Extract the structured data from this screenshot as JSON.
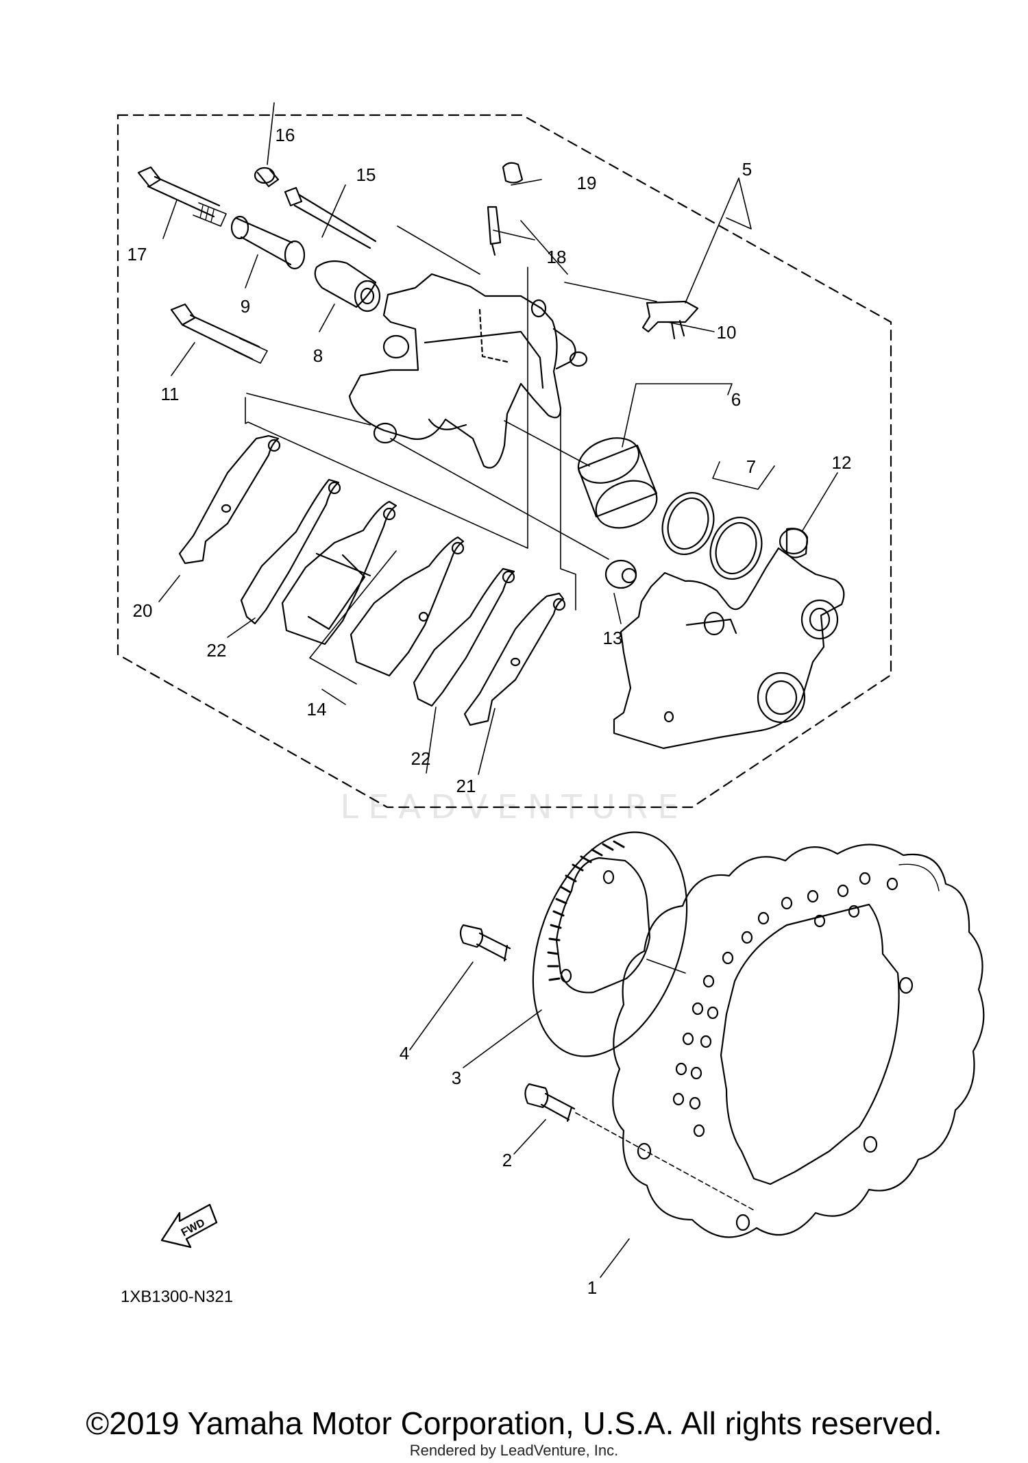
{
  "diagram": {
    "callouts": [
      {
        "id": "c1",
        "label": "1"
      },
      {
        "id": "c2",
        "label": "2"
      },
      {
        "id": "c3",
        "label": "3"
      },
      {
        "id": "c4",
        "label": "4"
      },
      {
        "id": "c5",
        "label": "5"
      },
      {
        "id": "c6",
        "label": "6"
      },
      {
        "id": "c7",
        "label": "7"
      },
      {
        "id": "c8",
        "label": "8"
      },
      {
        "id": "c9",
        "label": "9"
      },
      {
        "id": "c10",
        "label": "10"
      },
      {
        "id": "c11",
        "label": "11"
      },
      {
        "id": "c12",
        "label": "12"
      },
      {
        "id": "c13",
        "label": "13"
      },
      {
        "id": "c14",
        "label": "14"
      },
      {
        "id": "c15",
        "label": "15"
      },
      {
        "id": "c16",
        "label": "16"
      },
      {
        "id": "c17",
        "label": "17"
      },
      {
        "id": "c18",
        "label": "18"
      },
      {
        "id": "c19",
        "label": "19"
      },
      {
        "id": "c20",
        "label": "20"
      },
      {
        "id": "c21",
        "label": "21"
      },
      {
        "id": "c22a",
        "label": "22"
      },
      {
        "id": "c22b",
        "label": "22"
      }
    ],
    "direction_badge": "FWD",
    "diagram_code": "1XB1300-N321"
  },
  "watermark": "LEADVENTURE",
  "footer": {
    "copyright": "©2019 Yamaha Motor Corporation, U.S.A. All rights reserved.",
    "rendered_by": "Rendered by LeadVenture, Inc."
  }
}
